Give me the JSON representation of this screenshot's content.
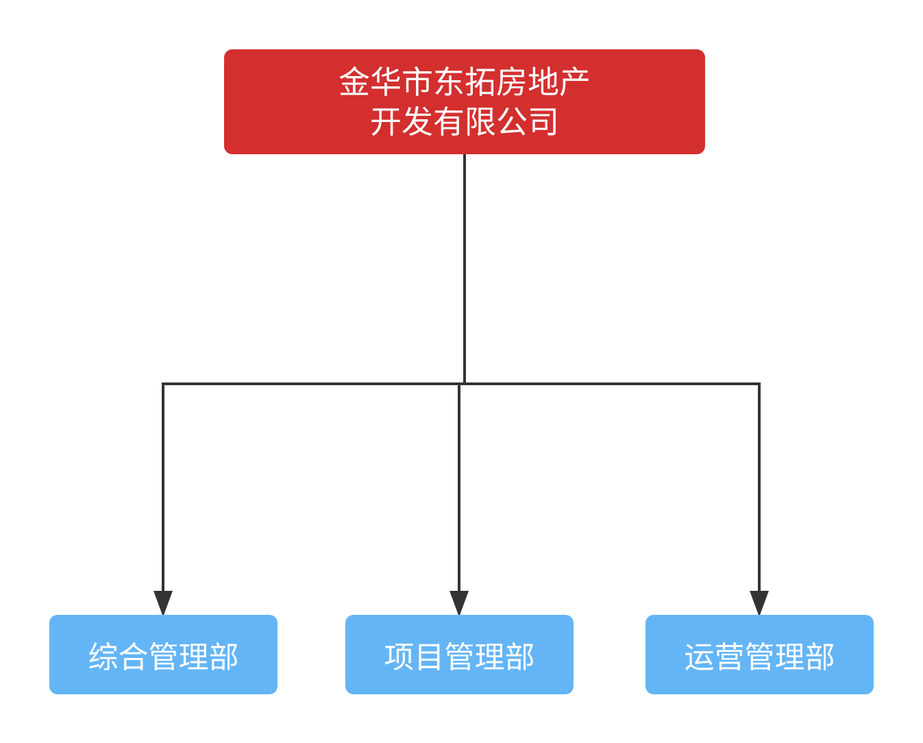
{
  "diagram": {
    "colors": {
      "root_fill": "#d32f2f",
      "child_fill": "#64b5f6",
      "text": "#ffffff",
      "connector": "#333333"
    },
    "root": {
      "line1": "金华市东拓房地产",
      "line2": "开发有限公司"
    },
    "children": [
      {
        "label": "综合管理部"
      },
      {
        "label": "项目管理部"
      },
      {
        "label": "运营管理部"
      }
    ]
  }
}
